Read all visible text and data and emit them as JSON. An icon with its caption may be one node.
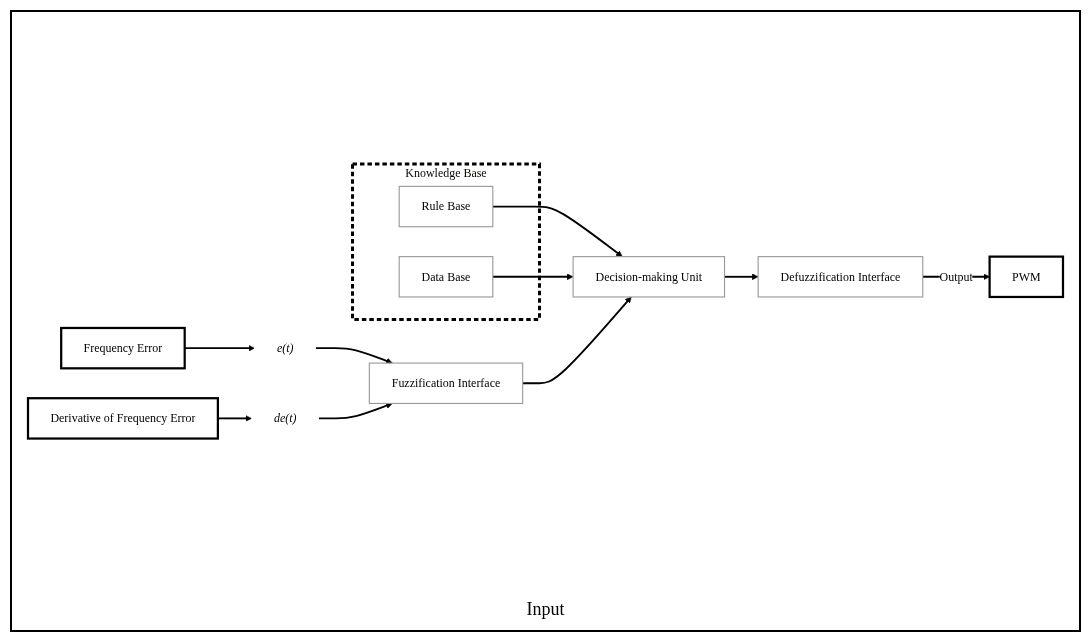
{
  "diagram": {
    "nodes": [
      {
        "text": [
          "Frequency Error"
        ]
      },
      {
        "text": [
          "Knowledge Base"
        ]
      },
      {
        "text": [
          "Rule Base"
        ],
        "in": 1
      },
      {
        "text": [
          "Data Base"
        ],
        "in": 1
      },
      {
        "text": [
          "e(t)"
        ]
      },
      {
        "text": [
          "Fuzzification Interface"
        ]
      },
      {
        "text": [
          "Decision-making Unit"
        ]
      },
      {
        "text": [
          "Defuzzification Interface"
        ]
      },
      {
        "text": [
          "PWM"
        ]
      },
      {
        "text": [
          "de(t)"
        ]
      },
      {
        "text": [
          "Derivative of Frequency Error"
        ]
      }
    ],
    "edges": [
      {
        "from": 0,
        "to": 4,
        "arrow": "to"
      },
      {
        "from": 10,
        "to": 9,
        "arrow": "to"
      },
      {
        "from": 4,
        "to": 5,
        "arrow": "to"
      },
      {
        "from": 9,
        "to": 5,
        "arrow": "to"
      },
      {
        "from": 2,
        "to": 6,
        "arrow": "to"
      },
      {
        "from": 3,
        "to": 6,
        "arrow": "to"
      },
      {
        "from": 5,
        "to": 6,
        "arrow": "to"
      },
      {
        "from": 6,
        "to": 7,
        "arrow": "to"
      },
      {
        "from": 7,
        "to": 8,
        "label": "Output",
        "arrow": "to"
      }
    ],
    "labels": [
      "Input"
    ]
  }
}
